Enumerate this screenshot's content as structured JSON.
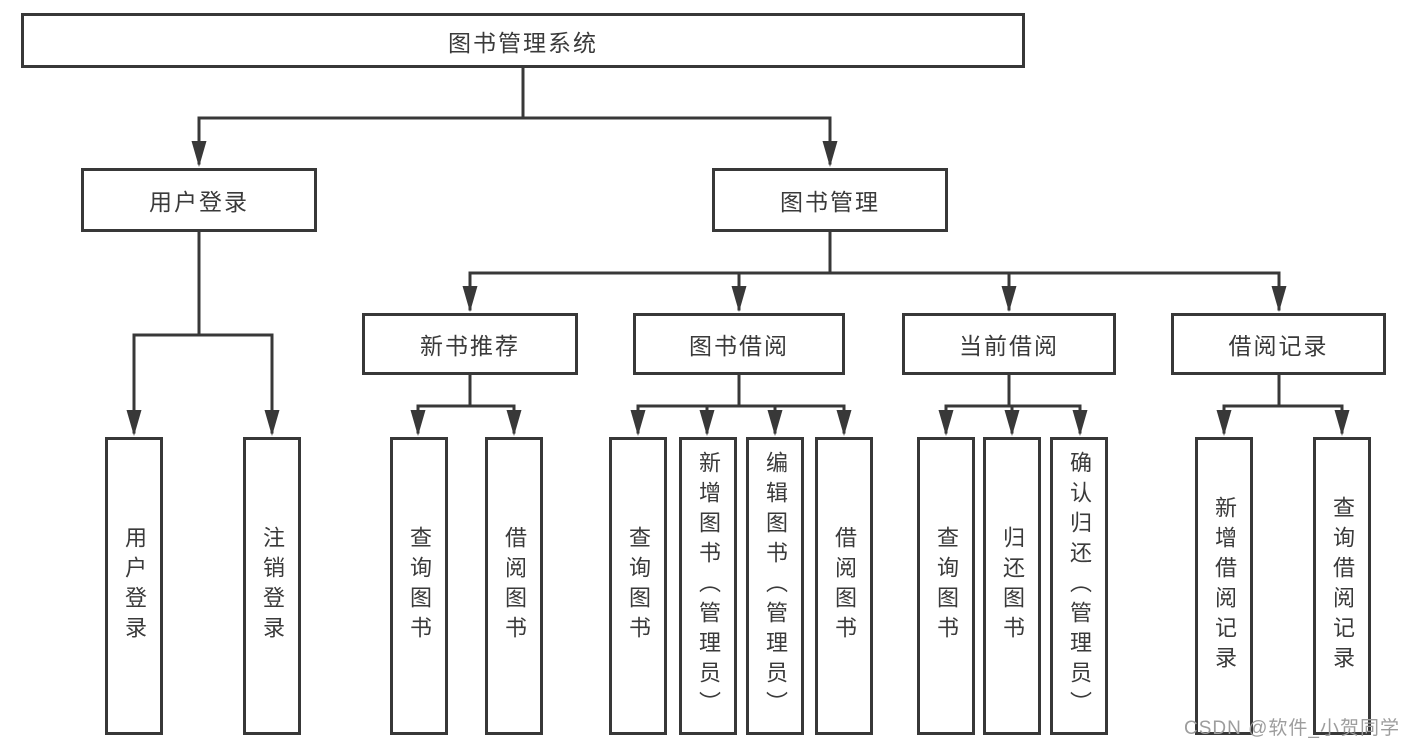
{
  "diagram": {
    "title": "图书管理系统",
    "type": "hierarchy-tree",
    "colors": {
      "line": "#383838",
      "border": "#383838",
      "text": "#3a3a3a",
      "background": "#ffffff",
      "watermark": "#9d9d9d"
    },
    "root": {
      "label": "图书管理系统"
    },
    "level2": [
      {
        "label": "用户登录",
        "parent": "图书管理系统"
      },
      {
        "label": "图书管理",
        "parent": "图书管理系统"
      }
    ],
    "level3": [
      {
        "label": "新书推荐",
        "parent": "图书管理"
      },
      {
        "label": "图书借阅",
        "parent": "图书管理"
      },
      {
        "label": "当前借阅",
        "parent": "图书管理"
      },
      {
        "label": "借阅记录",
        "parent": "图书管理"
      }
    ],
    "leaves": [
      {
        "label": "用户登录",
        "parent": "用户登录"
      },
      {
        "label": "注销登录",
        "parent": "用户登录"
      },
      {
        "label": "查询图书",
        "parent": "新书推荐"
      },
      {
        "label": "借阅图书",
        "parent": "新书推荐"
      },
      {
        "label": "查询图书",
        "parent": "图书借阅"
      },
      {
        "label": "新增图书（管理员）",
        "parent": "图书借阅"
      },
      {
        "label": "编辑图书（管理员）",
        "parent": "图书借阅"
      },
      {
        "label": "借阅图书",
        "parent": "图书借阅"
      },
      {
        "label": "查询图书",
        "parent": "当前借阅"
      },
      {
        "label": "归还图书",
        "parent": "当前借阅"
      },
      {
        "label": "确认归还（管理员）",
        "parent": "当前借阅"
      },
      {
        "label": "新增借阅记录",
        "parent": "借阅记录"
      },
      {
        "label": "查询借阅记录",
        "parent": "借阅记录"
      }
    ],
    "watermark": "CSDN @软件_小贺同学"
  }
}
